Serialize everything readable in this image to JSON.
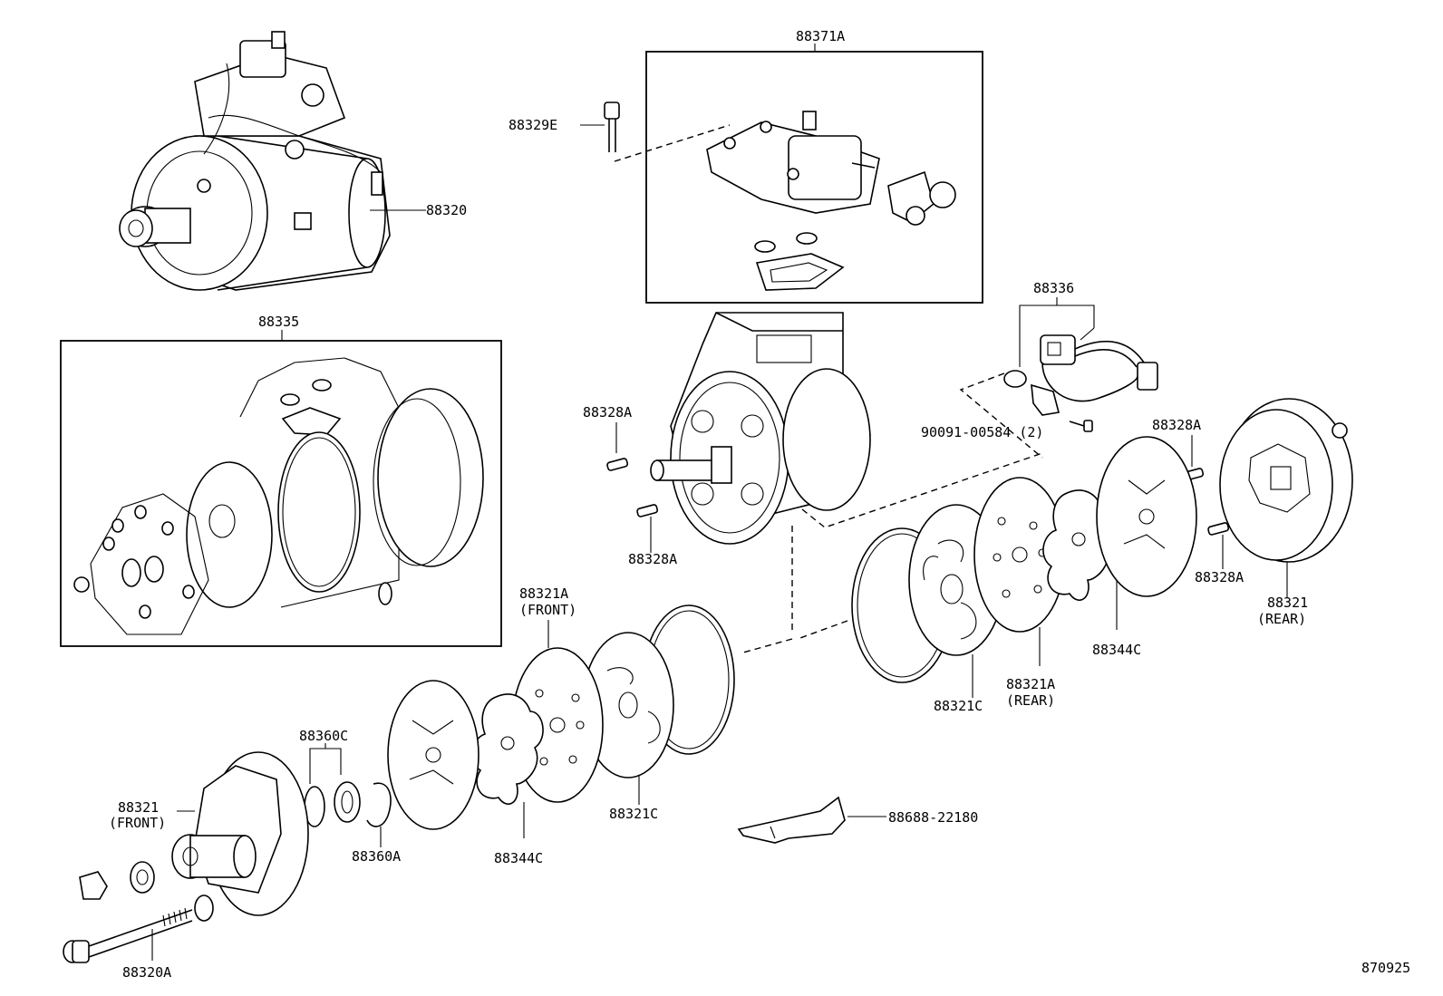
{
  "labels": {
    "compressor": "88320",
    "cover_kit": "88371A",
    "bolt_cover": "88329E",
    "gasket_kit": "88335",
    "sensor": "88336",
    "sensor_bolt": "90091-00584 (2)",
    "pin_upper_left": "88328A",
    "pin_lower_left": "88328A",
    "pin_upper_right": "88328A",
    "pin_lower_right": "88328A",
    "rear_housing_num": "88321",
    "rear_housing_tag": "(REAR)",
    "valve_front_num": "88321A",
    "valve_front_tag": "(FRONT)",
    "valve_rear_num": "88321A",
    "valve_rear_tag": "(REAR)",
    "plate_c_right": "88321C",
    "plate_c_left": "88321C",
    "reed_c_right": "88344C",
    "reed_c_left": "88344C",
    "seal_kit": "88360C",
    "snap_ring": "88360A",
    "front_housing_num": "88321",
    "front_housing_tag": "(FRONT)",
    "through_bolt": "88320A",
    "bracket": "88688-22180",
    "diagram_code": "870925"
  }
}
